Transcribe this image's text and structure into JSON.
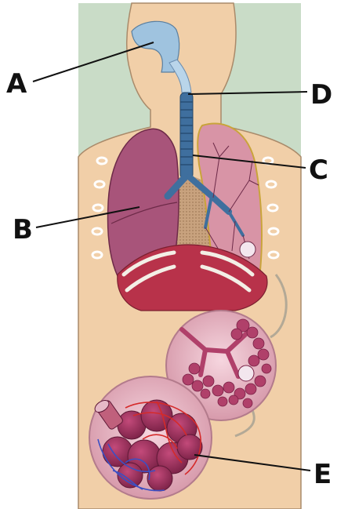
{
  "figure": {
    "colors": {
      "background_panel": "#c9dcc7",
      "skin": "#f1cfa8",
      "skin_outline": "#a98a6a",
      "lung": "#a8547a",
      "lung_dark": "#7e3556",
      "lung_cut": "#d894a6",
      "bronchi": "#3f6f9e",
      "diaphragm": "#b8324a",
      "rib": "#f3efe6",
      "alveoli": "#b0406a",
      "capillary_red": "#d52a2a",
      "capillary_blue": "#3b4fc4",
      "callout_line": "#111111"
    },
    "labels": {
      "a": "A",
      "b": "B",
      "c": "C",
      "d": "D",
      "e": "E"
    }
  }
}
